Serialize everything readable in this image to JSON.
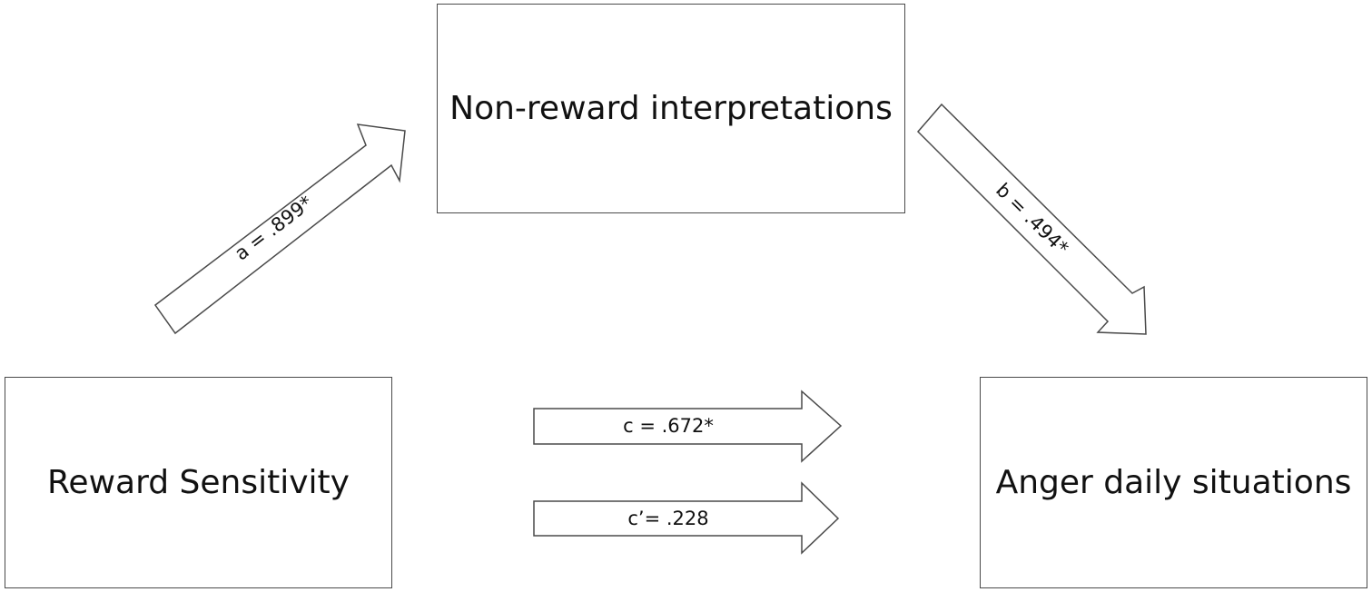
{
  "boxes": {
    "mediator": "Non-reward interpretations",
    "predictor": "Reward Sensitivity",
    "outcome": "Anger daily situations"
  },
  "paths": {
    "a": "a = .899*",
    "b": "b = .494*",
    "c": "c = .672*",
    "c_prime": "c’= .228"
  },
  "colors": {
    "stroke": "#4a4a4a",
    "fill": "#ffffff",
    "text": "#111111"
  }
}
